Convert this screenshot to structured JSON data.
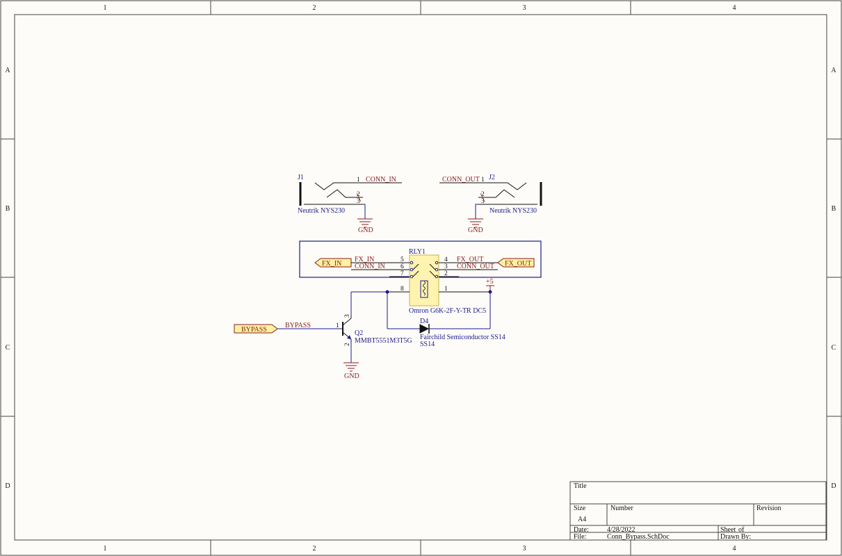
{
  "frame": {
    "columns": [
      "1",
      "2",
      "3",
      "4"
    ],
    "rows": [
      "A",
      "B",
      "C",
      "D"
    ]
  },
  "components": {
    "j1": {
      "ref": "J1",
      "value": "Neutrik NYS230",
      "pins": [
        "1",
        "2",
        "3"
      ]
    },
    "j2": {
      "ref": "J2",
      "value": "Neutrik NYS230",
      "pins": [
        "1",
        "2",
        "3"
      ]
    },
    "rly1": {
      "ref": "RLY1",
      "value": "Omron G6K-2F-Y-TR DC5",
      "pins": [
        "5",
        "6",
        "7",
        "8",
        "4",
        "3",
        "2",
        "1"
      ]
    },
    "q2": {
      "ref": "Q2",
      "value": "MMBT5551M3T5G",
      "pins": [
        "1",
        "3",
        "2"
      ]
    },
    "d4": {
      "ref": "D4",
      "value": "Fairchild Semiconductor SS14",
      "part": "SS14"
    }
  },
  "nets": {
    "conn_in": "CONN_IN",
    "conn_out": "CONN_OUT",
    "fx_in": "FX_IN",
    "fx_out": "FX_OUT",
    "bypass": "BYPASS",
    "gnd": "GND",
    "vcc": "+5"
  },
  "ports": {
    "fx_in": "FX_IN",
    "fx_out": "FX_OUT",
    "bypass": "BYPASS"
  },
  "title_block": {
    "title_label": "Title",
    "size_label": "Size",
    "size_value": "A4",
    "number_label": "Number",
    "revision_label": "Revision",
    "date_label": "Date:",
    "date_value": "4/28/2022",
    "file_label": "File:",
    "file_value": "Conn_Bypass.SchDoc",
    "sheet_label": "Sheet",
    "of_label": "of",
    "drawn_by_label": "Drawn By:"
  },
  "colors": {
    "wire": "#1a1a8c",
    "net_label": "#8a1a1a",
    "port_fill": "#fff3a0",
    "relay_fill": "#fff3b0",
    "symbol": "#111111",
    "paper": "#fdfcf8"
  }
}
